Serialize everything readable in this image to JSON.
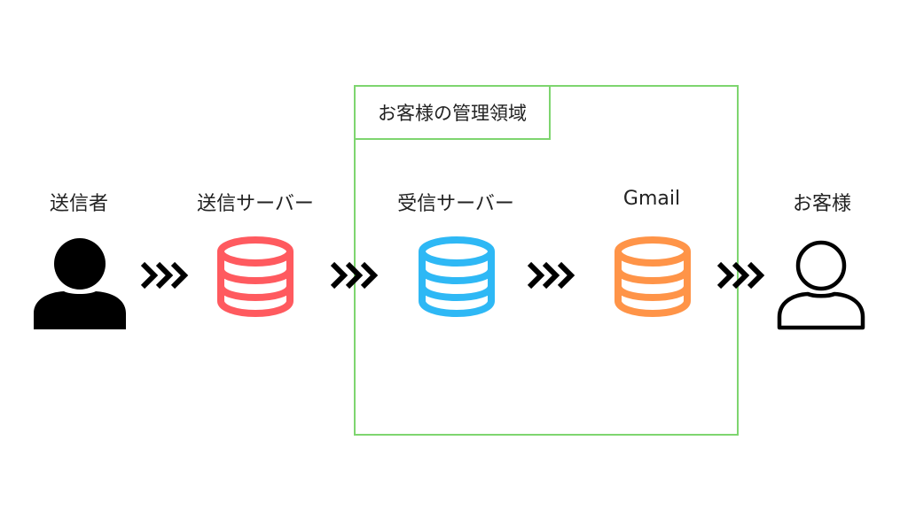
{
  "region": {
    "label": "お客様の管理領域",
    "color": "#7ed56f"
  },
  "nodes": [
    {
      "id": "sender",
      "label": "送信者",
      "icon": "person-filled-icon",
      "color": "#000000"
    },
    {
      "id": "sending-server",
      "label": "送信サーバー",
      "icon": "database-icon",
      "color": "#ff5a5f"
    },
    {
      "id": "receiving-server",
      "label": "受信サーバー",
      "icon": "database-icon",
      "color": "#2eb8f5"
    },
    {
      "id": "gmail",
      "label": "Gmail",
      "icon": "database-icon",
      "color": "#ff9448"
    },
    {
      "id": "customer",
      "label": "お客様",
      "icon": "person-outline-icon",
      "color": "#000000"
    }
  ],
  "connector_icon": "triple-chevron-right-icon"
}
